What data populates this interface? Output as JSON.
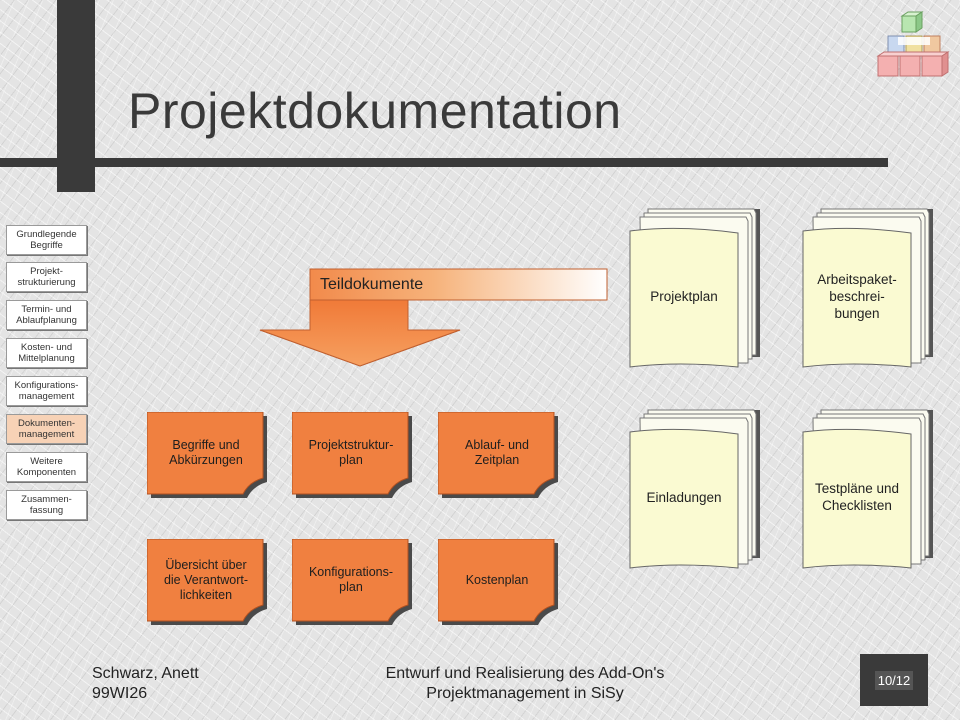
{
  "slide": {
    "title": "Projektdokumentation",
    "banner_label": "Teildokumente",
    "page_number": "10/12"
  },
  "nav": {
    "items": [
      {
        "label": "Grundlegende\nBegriffe",
        "active": false
      },
      {
        "label": "Projekt-\nstrukturierung",
        "active": false
      },
      {
        "label": "Termin- und\nAblaufplanung",
        "active": false
      },
      {
        "label": "Kosten- und\nMittelplanung",
        "active": false
      },
      {
        "label": "Konfigurations-\nmanagement",
        "active": false
      },
      {
        "label": "Dokumenten-\nmanagement",
        "active": true
      },
      {
        "label": "Weitere\nKomponenten",
        "active": false
      },
      {
        "label": "Zusammen-\nfassung",
        "active": false
      }
    ]
  },
  "documents": [
    {
      "label": "Begriffe und\nAbkürzungen"
    },
    {
      "label": "Projektstruktur-\nplan"
    },
    {
      "label": "Ablauf- und\nZeitplan"
    },
    {
      "label": "Übersicht über\ndie Verantwort-\nlichkeiten"
    },
    {
      "label": "Konfigurations-\nplan"
    },
    {
      "label": "Kostenplan"
    }
  ],
  "books": [
    {
      "label": "Projektplan"
    },
    {
      "label": "Arbeitspaket-\nbeschrei-\nbungen"
    },
    {
      "label": "Einladungen"
    },
    {
      "label": "Testpläne und\nChecklisten"
    }
  ],
  "footer": {
    "author": "Schwarz, Anett\n99WI26",
    "center": "Entwurf und Realisierung des Add-On's\nProjektmanagement in SiSy"
  },
  "colors": {
    "accent_orange": "#f08040",
    "bar_dark": "#3a3a3a",
    "book_page": "#fafad2",
    "active_nav": "#f7d2b6"
  }
}
